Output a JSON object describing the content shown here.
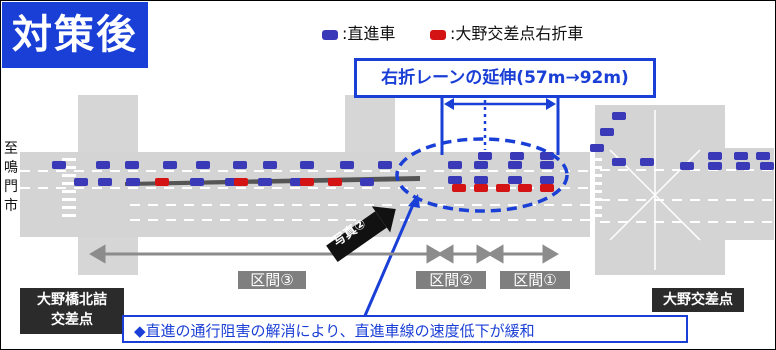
{
  "title": "対策後",
  "legend": {
    "through_label": ":直進車",
    "right_turn_label": ":大野交差点右折車",
    "through_color": "#3a3ab8",
    "right_turn_color": "#d41414"
  },
  "callout": "右折レーンの延伸(57m→92m)",
  "sections": {
    "s3": "区間③",
    "s2": "区間②",
    "s1": "区間①"
  },
  "photo_label": "写真②",
  "side_label": [
    "至",
    "鳴",
    "門",
    "市"
  ],
  "places": {
    "left_line1": "大野橋北詰",
    "left_line2": "交差点",
    "right": "大野交差点"
  },
  "note": "◆直進の通行阻害の解消により、直進車線の速度低下が緩和",
  "colors": {
    "accent_blue": "#1a3fd6",
    "road": "#d4d4d4",
    "lane_mark": "#ffffff",
    "section_gray": "#7f7f7f"
  }
}
